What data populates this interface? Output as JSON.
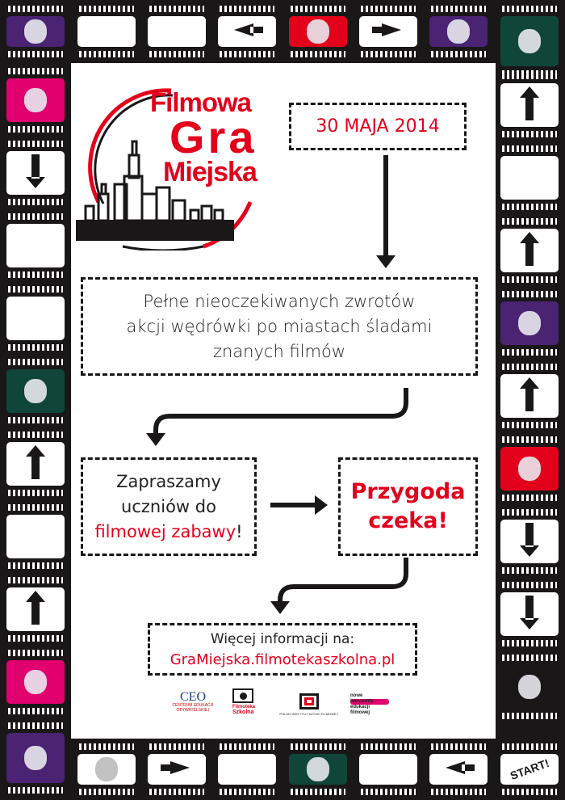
{
  "logo": {
    "line1": "Filmowa",
    "line2": "Gra",
    "line3": "Miejska"
  },
  "date": "30 MAJA 2014",
  "description": [
    "Pełne nieoczekiwanych zwrotów",
    "akcji wędrówki po miastach śladami",
    "znanych filmów"
  ],
  "invite": {
    "line1": "Zapraszamy",
    "line2": "uczniów do",
    "highlight": "filmowej zabawy",
    "suffix": "!"
  },
  "adventure": {
    "line1": "Przygoda",
    "line2": "czeka!"
  },
  "more_info": {
    "label": "Więcej informacji na:",
    "url": "GraMiejska.filmotekaszkolna.pl"
  },
  "partners": {
    "ceo": {
      "mark": "CEO",
      "name1": "CENTRUM EDUKACJI",
      "name2": "OBYWATELSKIEJ"
    },
    "filmoteka": {
      "name1": "Filmoteka",
      "name2": "Szkolna"
    },
    "pisf": {
      "name": "POLSKI INSTYTUT SZTUKI FILMOWEJ"
    },
    "nhef": {
      "l1": "nowe",
      "l2": "horyzonty",
      "l3": "edukacji",
      "l4": "filmowej"
    }
  },
  "start_label": "START!",
  "board": {
    "top": [
      {
        "color": "#4a2373",
        "icon": "owl-icon"
      },
      {
        "color": "#fff",
        "icon": ""
      },
      {
        "color": "#fff",
        "icon": ""
      },
      {
        "color": "#fff",
        "icon": "arrow-left-icon"
      },
      {
        "color": "#e3001b",
        "icon": "character-icon"
      },
      {
        "color": "#fff",
        "icon": "arrow-right-icon"
      },
      {
        "color": "#4a2373",
        "icon": "ice-cream-icon"
      },
      {
        "color": "#10463a",
        "icon": "mask-icon"
      }
    ],
    "left": [
      {
        "color": "#e0006e",
        "icon": "face-icon"
      },
      {
        "color": "#fff",
        "icon": "arrow-down-icon"
      },
      {
        "color": "#fff",
        "icon": ""
      },
      {
        "color": "#fff",
        "icon": ""
      },
      {
        "color": "#10463a",
        "icon": "camera-icon"
      },
      {
        "color": "#fff",
        "icon": "arrow-up-icon"
      },
      {
        "color": "#fff",
        "icon": ""
      },
      {
        "color": "#fff",
        "icon": "arrow-up-icon"
      },
      {
        "color": "#e0006e",
        "icon": "ring-icon"
      }
    ],
    "right": [
      {
        "color": "#fff",
        "icon": "arrow-up-icon"
      },
      {
        "color": "#fff",
        "icon": ""
      },
      {
        "color": "#fff",
        "icon": "arrow-up-icon"
      },
      {
        "color": "#4a2373",
        "icon": "projector-icon"
      },
      {
        "color": "#fff",
        "icon": "arrow-up-icon"
      },
      {
        "color": "#e3001b",
        "icon": "heart-icon"
      },
      {
        "color": "#fff",
        "icon": "arrow-down-icon"
      },
      {
        "color": "#fff",
        "icon": "arrow-down-icon"
      },
      {
        "color": "#1a1718",
        "icon": "magnet-icon"
      }
    ],
    "bottom": [
      {
        "color": "#4a2373",
        "icon": "lemon-icon"
      },
      {
        "color": "#fff",
        "icon": "robot-icon"
      },
      {
        "color": "#fff",
        "icon": "arrow-right-icon"
      },
      {
        "color": "#fff",
        "icon": ""
      },
      {
        "color": "#10463a",
        "icon": "yarn-ball-icon"
      },
      {
        "color": "#fff",
        "icon": ""
      },
      {
        "color": "#fff",
        "icon": "arrow-left-icon"
      },
      {
        "color": "#fff",
        "icon": "start-icon"
      }
    ]
  }
}
